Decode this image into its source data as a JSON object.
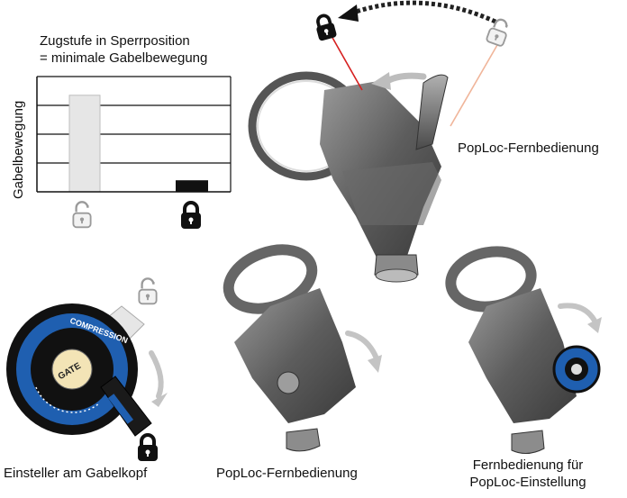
{
  "chart_title_line1": "Zugstufe in Sperrposition",
  "chart_title_line2": "= minimale Gabelbewegung",
  "chart_ylabel": "Gabelbewegung",
  "chart_data": {
    "type": "bar",
    "categories": [
      "open-lock",
      "closed-lock"
    ],
    "values": [
      3.35,
      0.4
    ],
    "ylim": [
      0,
      4
    ],
    "grid": true,
    "colors": [
      "#e6e6e6",
      "#111111"
    ]
  },
  "labels": {
    "remote_top": "PopLoc-Fernbedienung",
    "adjuster": "Einsteller am Gabelkopf",
    "remote_bottom": "PopLoc-Fernbedienung",
    "remote_setting_line1": "Fernbedienung für",
    "remote_setting_line2": "PopLoc-Einstellung"
  },
  "dial": {
    "ring_text": "COMPRESSION",
    "center_text": "GATE",
    "ring_color": "#1f5fb0"
  },
  "icons": [
    "lock-open-icon",
    "lock-closed-icon",
    "arrow-icon"
  ]
}
